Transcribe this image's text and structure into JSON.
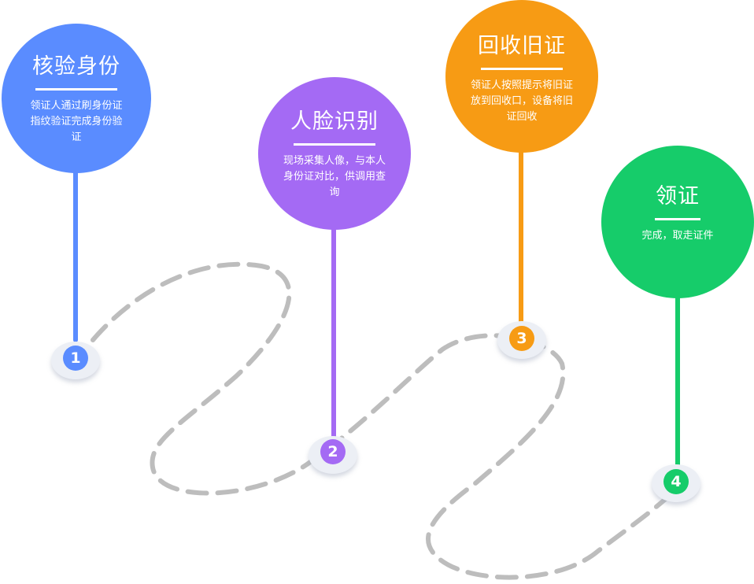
{
  "colors": {
    "step1": "#5a8cff",
    "step2": "#a46af4",
    "step3": "#f79b14",
    "step4": "#16cc6a",
    "route": "#bdbdbd"
  },
  "steps": [
    {
      "number": "1",
      "title": "核验身份",
      "description": "领证人通过刷身份证指纹验证完成身份验证"
    },
    {
      "number": "2",
      "title": "人脸识别",
      "description": "现场采集人像，与本人身份证对比，供调用查询"
    },
    {
      "number": "3",
      "title": "回收旧证",
      "description": "领证人按照提示将旧证放到回收口，设备将旧证回收"
    },
    {
      "number": "4",
      "title": "领证",
      "description": "完成，取走证件"
    }
  ]
}
